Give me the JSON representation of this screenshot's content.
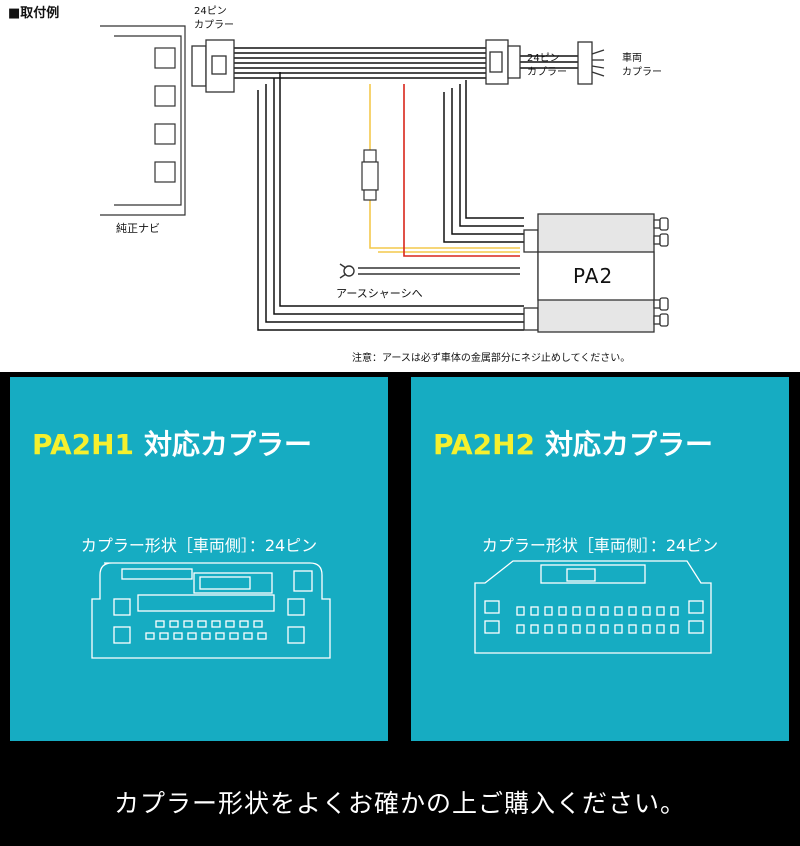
{
  "diagram": {
    "section_title": "■取付例",
    "connector_1": {
      "pins": "24ピン",
      "name": "カプラー"
    },
    "connector_2": {
      "pins": "24ピン",
      "name": "カプラー"
    },
    "vehicle_connector": {
      "line1": "車両",
      "line2": "カプラー"
    },
    "navi_label": "純正ナビ",
    "unit_label": "PA2",
    "ground_label": "アースシャーシへ",
    "note": "注意：アースは必ず車体の金属部分にネジ止めしてください。",
    "colors": {
      "fuse_wire": "#f3c84c",
      "power_wire": "#d9261c",
      "wire": "#111111"
    }
  },
  "panels": [
    {
      "model": "PA2H1",
      "title_suffix": "対応カプラー",
      "shape_label": "カプラー形状［車両側］：24ピン"
    },
    {
      "model": "PA2H2",
      "title_suffix": "対応カプラー",
      "shape_label": "カプラー形状［車両側］：24ピン"
    }
  ],
  "colors": {
    "panel_bg": "#16acc2",
    "model_accent": "#f5f02e",
    "page_bg": "#000000"
  },
  "footer_message": "カプラー形状をよくお確かの上ご購入ください。"
}
